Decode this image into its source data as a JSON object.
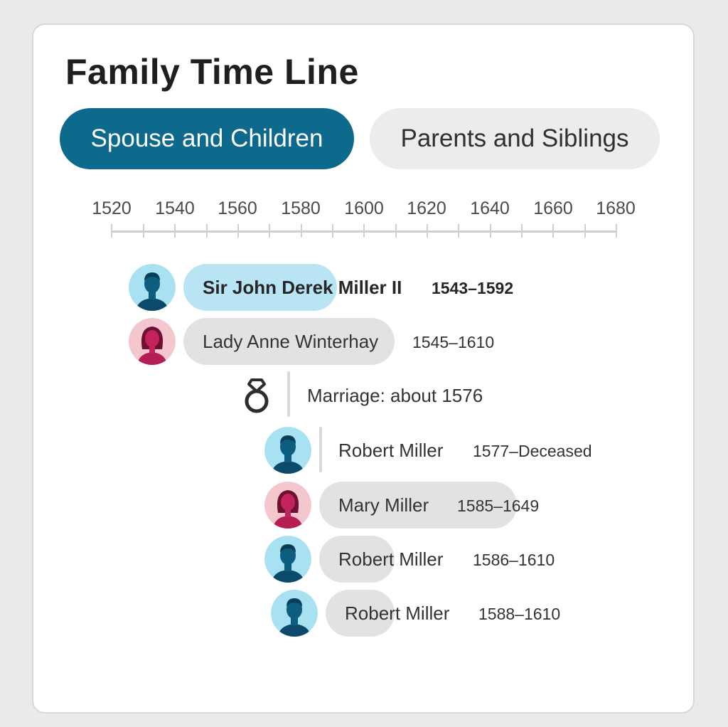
{
  "header": {
    "title": "Family Time Line"
  },
  "tabs": [
    {
      "label": "Spouse and Children",
      "active": true
    },
    {
      "label": "Parents and Siblings",
      "active": false
    }
  ],
  "axis": {
    "labels": [
      "1520",
      "1540",
      "1560",
      "1580",
      "1600",
      "1620",
      "1640",
      "1660",
      "1680"
    ]
  },
  "people": [
    {
      "name": "Sir John Derek Miller II",
      "dates": "1543–1592",
      "gender": "male"
    },
    {
      "name": "Lady Anne Winterhay",
      "dates": "1545–1610",
      "gender": "female"
    }
  ],
  "marriage": {
    "text": "Marriage: about 1576",
    "icon": "ring-icon"
  },
  "children": [
    {
      "name": "Robert Miller",
      "dates": "1577–Deceased",
      "gender": "male"
    },
    {
      "name": "Mary Miller",
      "dates": "1585–1649",
      "gender": "female"
    },
    {
      "name": "Robert Miller",
      "dates": "1586–1610",
      "gender": "male"
    },
    {
      "name": "Robert Miller",
      "dates": "1588–1610",
      "gender": "male"
    }
  ],
  "colors": {
    "accent": "#0e6a8c",
    "male_bar": "#b9e4f3",
    "neutral_bar": "#e2e2e2",
    "male_avatar_bg": "#a8e2f2",
    "female_avatar_bg": "#f4c7cf"
  }
}
